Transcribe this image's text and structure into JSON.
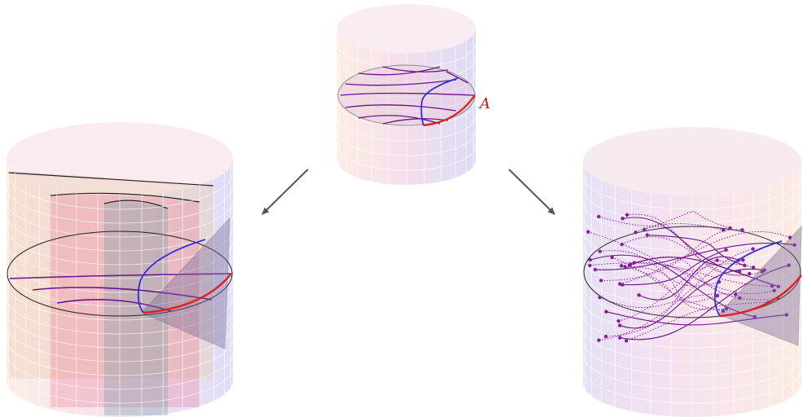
{
  "labels": {
    "region": "A"
  },
  "colors": {
    "boundary_region": "#e0201c",
    "extremal_surface": "#3030d8",
    "geodesics": "#6a148a",
    "geodesics_dotted": "#8a1a9e",
    "arrows": "#555555",
    "wedge": "#7a6a9a",
    "cylinder_tint_warm": "#f8d6c8",
    "cylinder_tint_cool": "#c8c8ee"
  },
  "panels": {
    "top": "boundary-cylinder",
    "left": "nested-cylinders",
    "right": "random-geodesics"
  }
}
